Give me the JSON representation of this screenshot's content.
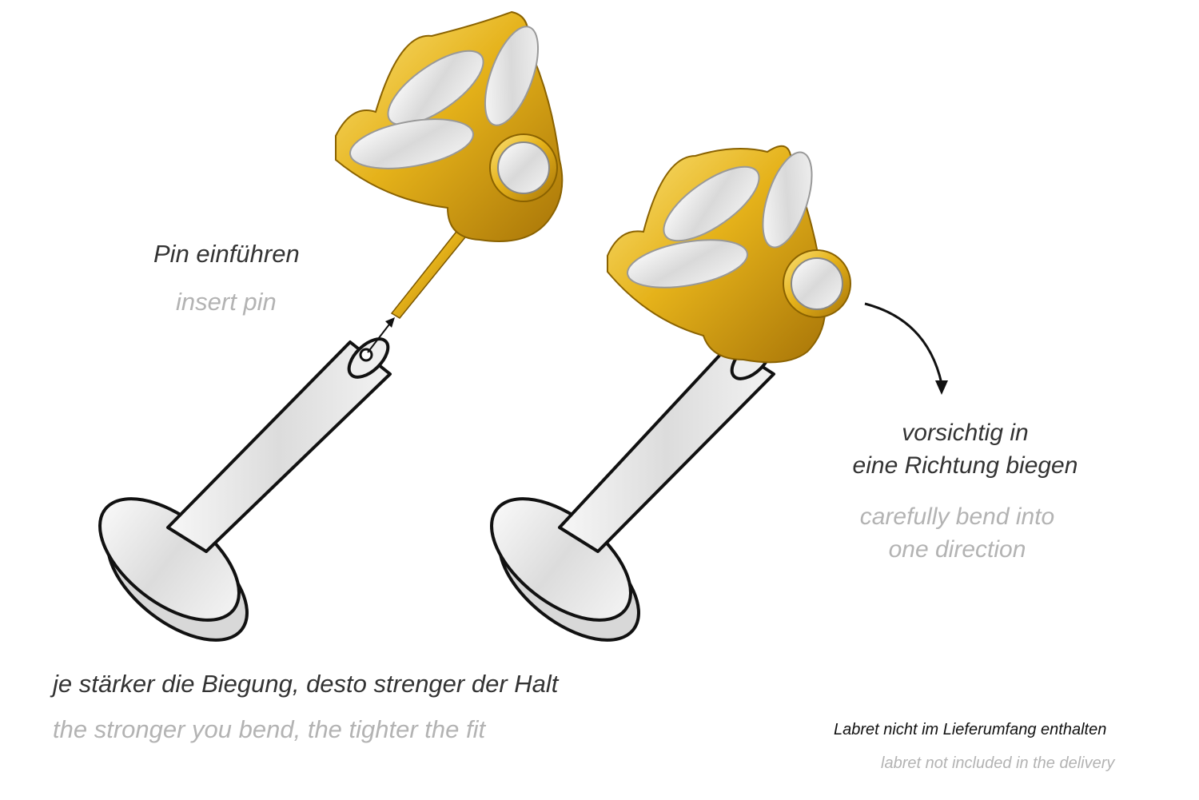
{
  "labels": {
    "insert_de": "Pin einführen",
    "insert_en": "insert pin",
    "bend_de_line1": "vorsichtig in",
    "bend_de_line2": "eine Richtung biegen",
    "bend_en_line1": "carefully bend into",
    "bend_en_line2": "one direction",
    "fit_de": "je stärker die Biegung, desto strenger der Halt",
    "fit_en": "the stronger you bend, the tighter the fit",
    "note_de": "Labret nicht im Lieferumfang enthalten",
    "note_en": "labret not included in the delivery"
  },
  "colors": {
    "gold": "#e5b21a",
    "gold_dark": "#b8860b",
    "steel": "#e6e6e6",
    "outline": "#111111",
    "text_dark": "#333333",
    "text_light": "#b3b3b3"
  }
}
